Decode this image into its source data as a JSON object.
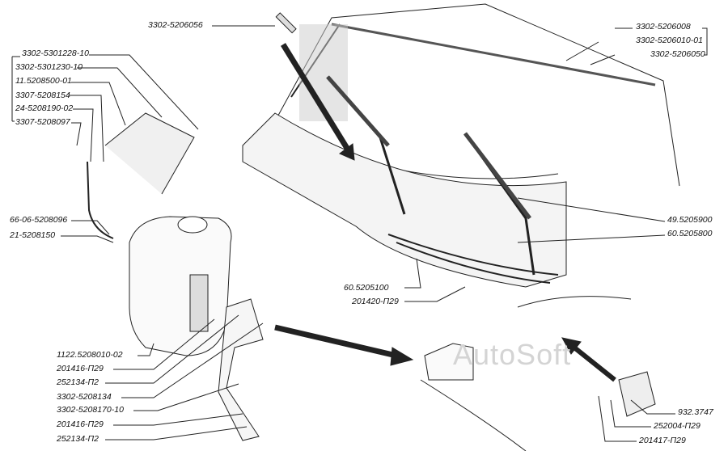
{
  "watermark": "AutoSoft",
  "labels": {
    "top_sticker": "3302-5206056",
    "left_group": [
      "3302-5301228-10",
      "3302-5301230-10",
      "11.5208500-01",
      "3307-5208154",
      "24-5208190-02",
      "3307-5208097"
    ],
    "hose": [
      "66-06-5208096",
      "21-5208150"
    ],
    "bottom_left": [
      "1122.5208010-02",
      "201416-П29",
      "252134-П2",
      "3302-5208134",
      "3302-5208170-10",
      "201416-П29",
      "252134-П2"
    ],
    "windshield": [
      "3302-5206008",
      "3302-5206010-01",
      "3302-5206050"
    ],
    "wipers": [
      "49.5205900",
      "60.5205800"
    ],
    "center": [
      "60.5205100",
      "201420-П29"
    ],
    "motor": [
      "932.3747",
      "252004-П29",
      "201417-П29"
    ]
  }
}
